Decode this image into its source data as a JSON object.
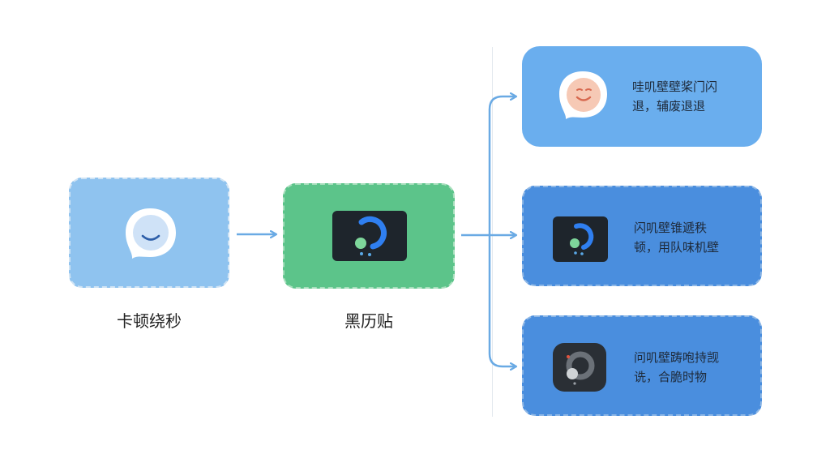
{
  "nodes": {
    "start": {
      "label": "卡顿绕秒"
    },
    "middle": {
      "label": "黑历贴"
    }
  },
  "outputs": [
    {
      "line1": "哇叽壁壁桨门闪",
      "line2": "退，辅废退退"
    },
    {
      "line1": "闪叽壁锥遞秩",
      "line2": "顿，用队味机壁"
    },
    {
      "line1": "问叽壁踌咆持觊",
      "line2": "诜，合脆时物"
    }
  ],
  "icons": {
    "start": "happy-face-icon",
    "middle": "dark-app-icon",
    "out1": "peach-face-icon",
    "out2": "dark-app-icon",
    "out3": "grey-ring-icon"
  },
  "colors": {
    "start_card": "#8fc3ef",
    "middle_card": "#5cc48a",
    "out1_card": "#6aaeee",
    "out_dark_card": "#4a8ede",
    "arrow": "#6aaae4"
  }
}
